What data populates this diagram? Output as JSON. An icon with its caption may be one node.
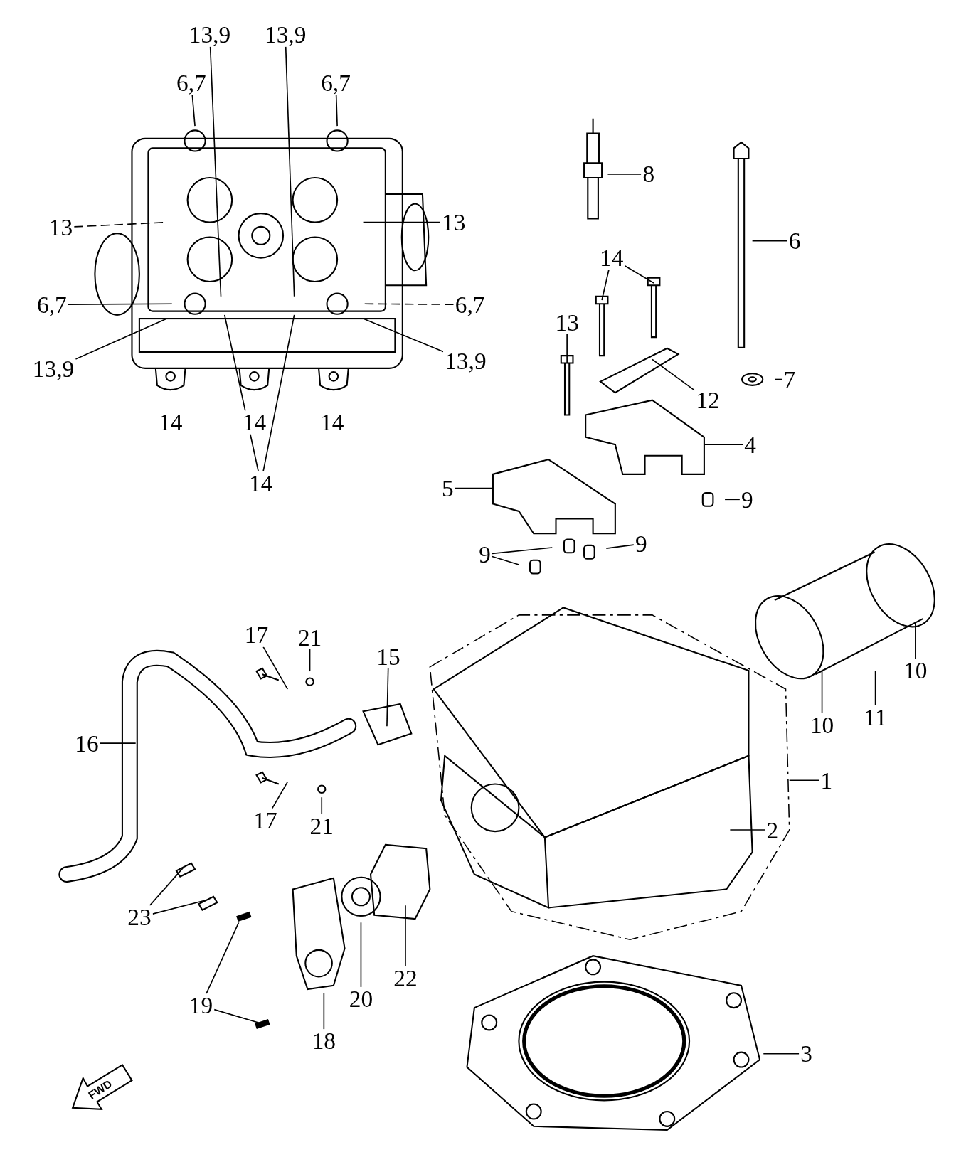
{
  "diagram": {
    "nodes": [
      {
        "text": [
          "13,9"
        ]
      },
      {
        "text": [
          "13,9"
        ]
      },
      {
        "text": [
          "6,7"
        ]
      },
      {
        "text": [
          "6,7"
        ]
      },
      {
        "text": [
          "13"
        ]
      },
      {
        "text": [
          "13"
        ]
      },
      {
        "text": [
          "6,7"
        ]
      },
      {
        "text": [
          "6,7"
        ]
      },
      {
        "text": [
          "13,9"
        ]
      },
      {
        "text": [
          "13,9"
        ]
      },
      {
        "text": [
          "14"
        ]
      },
      {
        "text": [
          "8"
        ]
      },
      {
        "text": [
          "6"
        ]
      },
      {
        "text": [
          "14"
        ]
      },
      {
        "text": [
          "13"
        ]
      },
      {
        "text": [
          "12"
        ]
      },
      {
        "text": [
          "7"
        ]
      },
      {
        "text": [
          "4"
        ]
      },
      {
        "text": [
          "5"
        ]
      },
      {
        "text": [
          "9"
        ]
      },
      {
        "text": [
          "9"
        ]
      },
      {
        "text": [
          "9"
        ]
      },
      {
        "text": [
          "10"
        ]
      },
      {
        "text": [
          "10"
        ]
      },
      {
        "text": [
          "11"
        ]
      },
      {
        "text": [
          "1"
        ]
      },
      {
        "text": [
          "2"
        ]
      },
      {
        "text": [
          "17"
        ]
      },
      {
        "text": [
          "21"
        ]
      },
      {
        "text": [
          "15"
        ]
      },
      {
        "text": [
          "16"
        ]
      },
      {
        "text": [
          "17"
        ]
      },
      {
        "text": [
          "21"
        ]
      },
      {
        "text": [
          "23"
        ]
      },
      {
        "text": [
          "19"
        ]
      },
      {
        "text": [
          "18"
        ]
      },
      {
        "text": [
          "20"
        ]
      },
      {
        "text": [
          "22"
        ]
      },
      {
        "text": [
          "3"
        ]
      },
      {
        "text": [
          "14"
        ]
      },
      {
        "text": [
          "14"
        ]
      },
      {
        "text": [
          "14"
        ]
      }
    ],
    "edges": [
      {
        "from": 0,
        "to": null,
        "arrow": "none"
      },
      {
        "from": 1,
        "to": null,
        "arrow": "none"
      },
      {
        "from": 2,
        "to": null,
        "arrow": "none"
      },
      {
        "from": 3,
        "to": null,
        "arrow": "none"
      },
      {
        "from": 4,
        "to": null,
        "arrow": "none",
        "style": "dashed"
      },
      {
        "from": 5,
        "to": null,
        "arrow": "none"
      },
      {
        "from": 6,
        "to": null,
        "arrow": "none"
      },
      {
        "from": 7,
        "to": null,
        "arrow": "none",
        "style": "dashed"
      },
      {
        "from": 8,
        "to": null,
        "arrow": "none"
      },
      {
        "from": 9,
        "to": null,
        "arrow": "none"
      },
      {
        "from": 10,
        "to": null,
        "arrow": "none"
      },
      {
        "from": 10,
        "to": null,
        "arrow": "none"
      },
      {
        "from": 11,
        "to": null,
        "arrow": "none"
      },
      {
        "from": 12,
        "to": null,
        "arrow": "none"
      },
      {
        "from": 13,
        "to": null,
        "arrow": "none"
      },
      {
        "from": 13,
        "to": null,
        "arrow": "none"
      },
      {
        "from": 14,
        "to": null,
        "arrow": "none"
      },
      {
        "from": 15,
        "to": null,
        "arrow": "none"
      },
      {
        "from": 16,
        "to": null,
        "arrow": "none"
      },
      {
        "from": 17,
        "to": null,
        "arrow": "none"
      },
      {
        "from": 18,
        "to": null,
        "arrow": "none"
      },
      {
        "from": 19,
        "to": null,
        "arrow": "none"
      },
      {
        "from": 20,
        "to": null,
        "arrow": "none"
      },
      {
        "from": 21,
        "to": null,
        "arrow": "none"
      },
      {
        "from": 21,
        "to": null,
        "arrow": "none"
      },
      {
        "from": 22,
        "to": null,
        "arrow": "none"
      },
      {
        "from": 23,
        "to": null,
        "arrow": "none"
      },
      {
        "from": 24,
        "to": null,
        "arrow": "none"
      },
      {
        "from": 25,
        "to": null,
        "arrow": "none"
      },
      {
        "from": 26,
        "to": null,
        "arrow": "none"
      },
      {
        "from": 27,
        "to": null,
        "arrow": "none"
      },
      {
        "from": 28,
        "to": null,
        "arrow": "none"
      },
      {
        "from": 29,
        "to": null,
        "arrow": "none"
      },
      {
        "from": 30,
        "to": null,
        "arrow": "none"
      },
      {
        "from": 31,
        "to": null,
        "arrow": "none"
      },
      {
        "from": 32,
        "to": null,
        "arrow": "none"
      },
      {
        "from": 33,
        "to": null,
        "arrow": "none"
      },
      {
        "from": 33,
        "to": null,
        "arrow": "none"
      },
      {
        "from": 34,
        "to": null,
        "arrow": "none"
      },
      {
        "from": 34,
        "to": null,
        "arrow": "none"
      },
      {
        "from": 35,
        "to": null,
        "arrow": "none"
      },
      {
        "from": 36,
        "to": null,
        "arrow": "none"
      },
      {
        "from": 37,
        "to": null,
        "arrow": "none"
      },
      {
        "from": 38,
        "to": null,
        "arrow": "none"
      }
    ],
    "labels": [
      "FWD"
    ]
  }
}
